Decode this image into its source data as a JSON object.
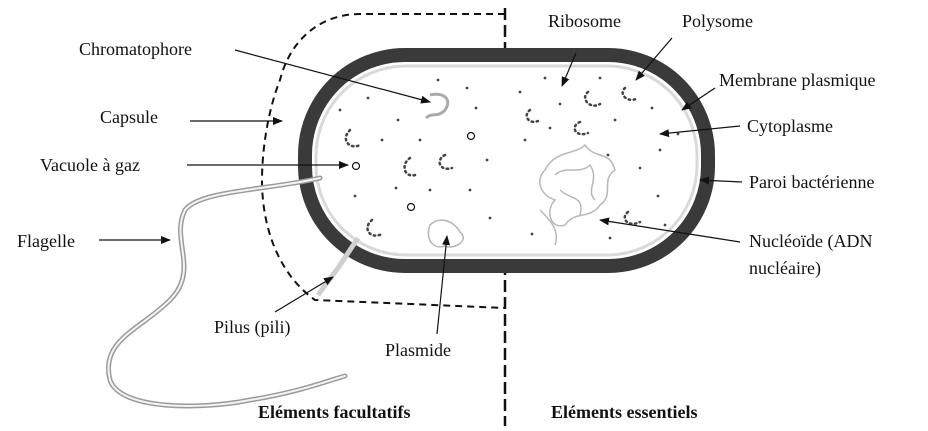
{
  "labels": {
    "chromatophore": "Chromatophore",
    "capsule": "Capsule",
    "vacuole": "Vacuole à gaz",
    "flagelle": "Flagelle",
    "pilus": "Pilus (pili)",
    "plasmide": "Plasmide",
    "ribosome": "Ribosome",
    "polysome": "Polysome",
    "membrane": "Membrane plasmique",
    "cytoplasme": "Cytoplasme",
    "paroi": "Paroi bactérienne",
    "nucleoide_line1": "Nucléoïde (ADN",
    "nucleoide_line2": "nucléaire)"
  },
  "sections": {
    "facultatifs": "Eléments facultatifs",
    "essentiels": "Eléments essentiels"
  },
  "colors": {
    "ink": "#111111",
    "wall": "#3a3a3a",
    "membrane": "#d9d9d9"
  }
}
